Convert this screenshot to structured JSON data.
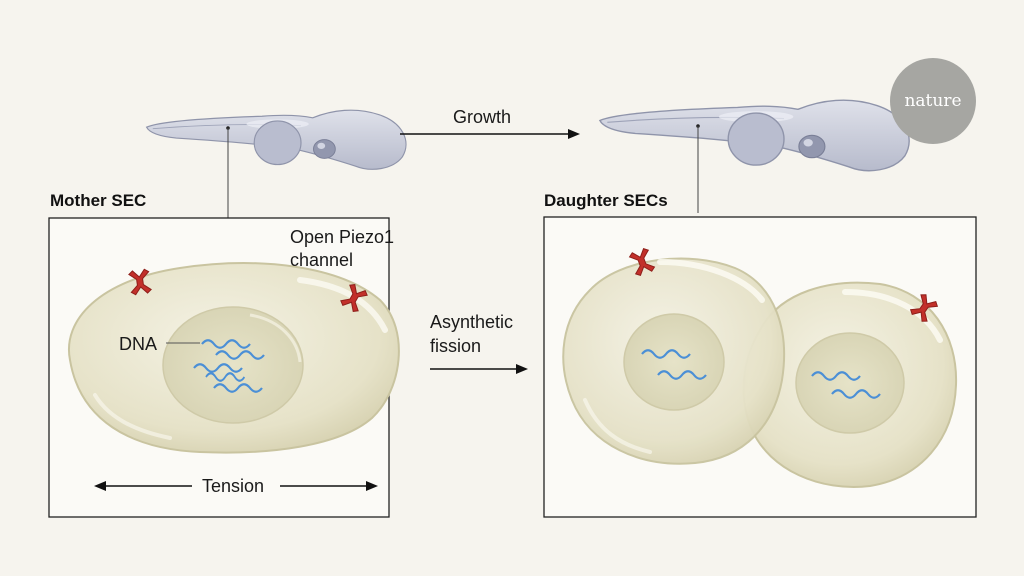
{
  "labels": {
    "growth": "Growth",
    "mother_title": "Mother SEC",
    "daughter_title": "Daughter SECs",
    "piezo_line1": "Open Piezo1",
    "piezo_line2": "channel",
    "dna": "DNA",
    "fission_line1": "Asynthetic",
    "fission_line2": "fission",
    "tension": "Tension"
  },
  "logo": "nature",
  "colors": {
    "background": "#f6f4ee",
    "cell_fill": "#e9e6d0",
    "cell_stroke": "#c9c4a0",
    "nucleus_fill": "#dcd8b8",
    "dna": "#4b8fd6",
    "piezo": "#c2302a",
    "fish_body": "#c4c8d8",
    "fish_outline": "#8f94aa"
  },
  "icons": [
    "zebrafish-larva-icon",
    "piezo1-channel-icon",
    "dna-strand-icon"
  ]
}
